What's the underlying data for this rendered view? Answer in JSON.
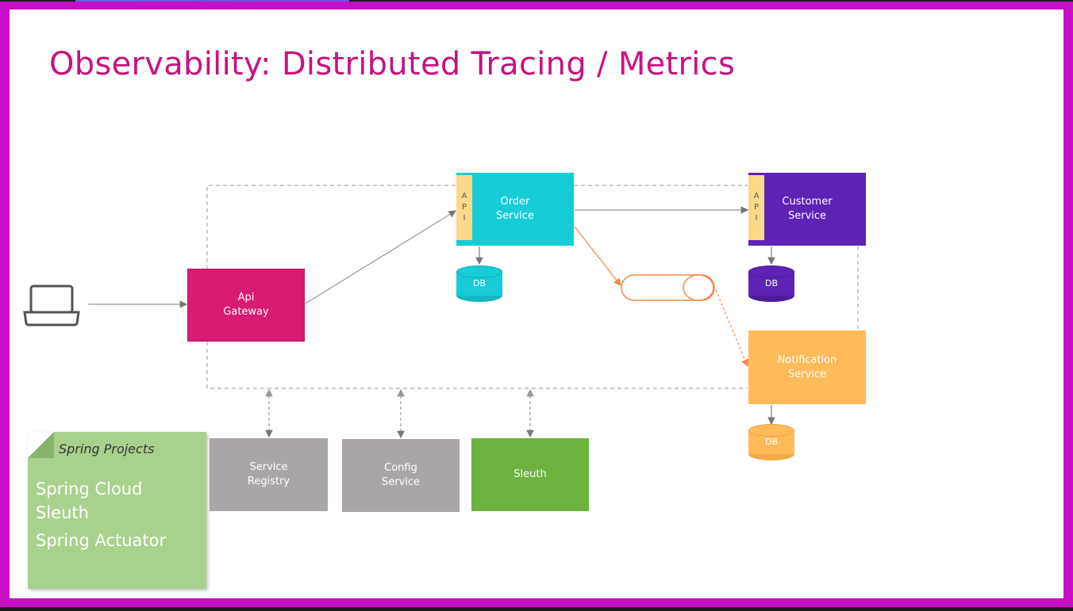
{
  "title": "Observability: Distributed Tracing / Metrics",
  "nodes": {
    "api_gateway": "Api\nGateway",
    "order_service": "Order\nService",
    "customer_service": "Customer\nService",
    "notification_service": "Notification\nService",
    "service_registry": "Service\nRegistry",
    "config_service": "Config\nService",
    "sleuth": "Sleuth"
  },
  "api_tab": [
    "A",
    "P",
    "I"
  ],
  "db_label": "DB",
  "note": {
    "title": "Spring Projects",
    "items": [
      "Spring Cloud",
      "Sleuth",
      "Spring Actuator"
    ]
  },
  "colors": {
    "title": "#c8127f",
    "api_gateway": "#d81b72",
    "order_service": "#17ccd6",
    "customer_service": "#5e22b5",
    "notification_service": "#ffbb5a",
    "service_registry": "#aba6a6",
    "config_service": "#aba6a6",
    "sleuth": "#6db23e",
    "note": "#a9d18e",
    "frame": "#c70fc7",
    "queue": "#f08a4b"
  },
  "icons": {
    "client": "laptop-icon",
    "queue": "message-queue-icon",
    "database": "database-icon"
  }
}
